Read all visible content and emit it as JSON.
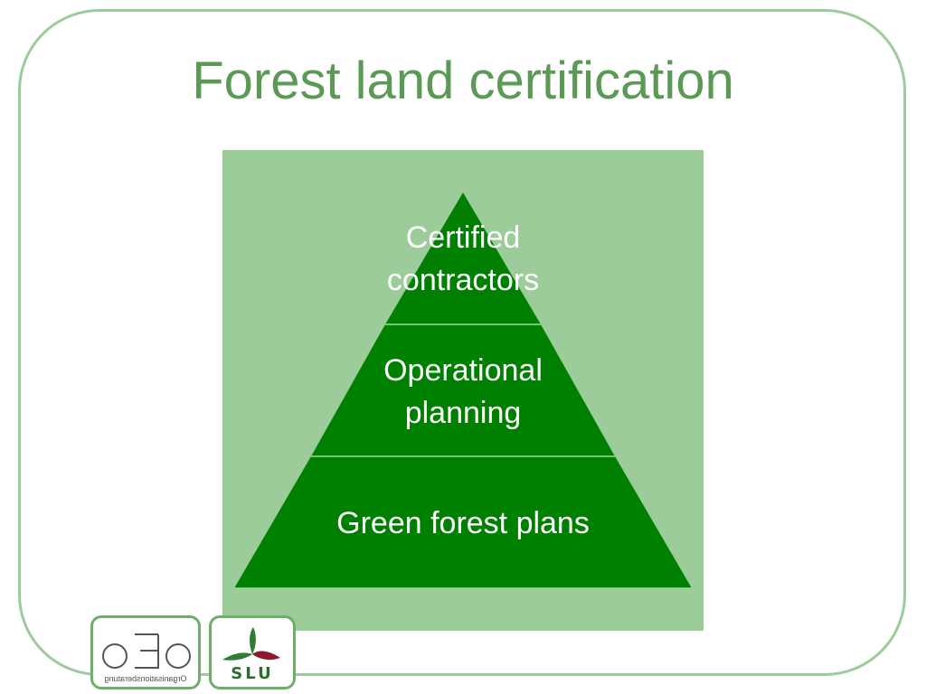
{
  "title": "Forest land certification",
  "pyramid": {
    "levels": [
      {
        "label": "Certified\ncontractors"
      },
      {
        "label": "Operational\nplanning"
      },
      {
        "label": "Green forest plans"
      }
    ]
  },
  "colors": {
    "title": "#5a9a55",
    "frame_border": "#9ecb9a",
    "diagram_background": "#9ccc9a",
    "pyramid_fill": "#008000",
    "level_text": "#ffffff",
    "slu_leaf_green": "#2e7d32",
    "slu_leaf_red": "#8b1a2a"
  },
  "logos": {
    "oeo": {
      "wordmark": "oEo",
      "caption": "Organisationsberatung",
      "mirrored": true
    },
    "slu": {
      "wordmark": "SLU"
    }
  }
}
